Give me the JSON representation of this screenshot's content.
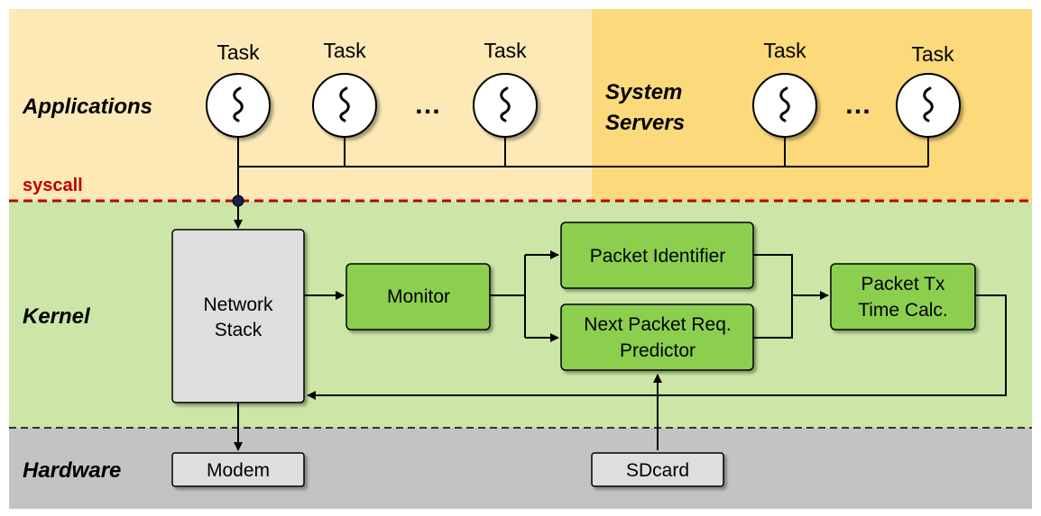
{
  "layers": {
    "applications": "Applications",
    "system_servers_line1": "System",
    "system_servers_line2": "Servers",
    "kernel": "Kernel",
    "hardware": "Hardware",
    "syscall": "syscall"
  },
  "tasks": {
    "label": "Task",
    "ellipsis": "…"
  },
  "boxes": {
    "network_stack_line1": "Network",
    "network_stack_line2": "Stack",
    "monitor": "Monitor",
    "packet_identifier": "Packet Identifier",
    "predictor_line1": "Next Packet Req.",
    "predictor_line2": "Predictor",
    "tx_calc_line1": "Packet Tx",
    "tx_calc_line2": "Time Calc.",
    "modem": "Modem",
    "sdcard": "SDcard"
  },
  "colors": {
    "applications_bg": "#fde9b6",
    "system_servers_bg": "#fcd97a",
    "kernel_bg": "#cbe6a6",
    "hardware_bg": "#c3c3c3",
    "green_box": "#8ccf4f",
    "gray_box": "#dedede",
    "syscall_line": "#c00000"
  }
}
